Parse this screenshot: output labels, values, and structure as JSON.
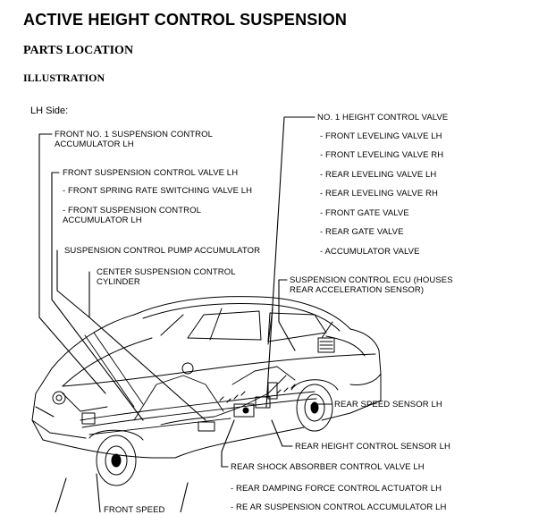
{
  "document": {
    "title": "ACTIVE HEIGHT CONTROL SUSPENSION",
    "section": "PARTS LOCATION",
    "subsection": "ILLUSTRATION",
    "side_label": "LH Side:"
  },
  "labels": {
    "front_no1_accumulator": [
      "FRONT NO. 1 SUSPENSION CONTROL",
      "ACCUMULATOR LH"
    ],
    "front_valve_lh": "FRONT SUSPENSION CONTROL VALVE LH",
    "front_spring_rate": "- FRONT SPRING RATE SWITCHING VALVE LH",
    "front_accumulator_lh": [
      "- FRONT SUSPENSION CONTROL",
      "ACCUMULATOR LH"
    ],
    "pump_accumulator": "SUSPENSION CONTROL PUMP ACCUMULATOR",
    "center_cylinder": [
      "CENTER SUSPENSION CONTROL",
      "CYLINDER"
    ],
    "no1_height_valve": "NO. 1 HEIGHT CONTROL VALVE",
    "front_leveling_lh": "- FRONT LEVELING VALVE LH",
    "front_leveling_rh": "- FRONT LEVELING VALVE RH",
    "rear_leveling_lh": "- REAR LEVELING VALVE LH",
    "rear_leveling_rh": "- REAR LEVELING VALVE RH",
    "front_gate": "- FRONT GATE VALVE",
    "rear_gate": "- REAR GATE VALVE",
    "accumulator_valve": "- ACCUMULATOR VALVE",
    "ecu": [
      "SUSPENSION CONTROL ECU (HOUSES",
      "REAR ACCELERATION SENSOR)"
    ],
    "rear_speed": "REAR SPEED SENSOR LH",
    "rear_height": "REAR HEIGHT CONTROL SENSOR LH",
    "rear_shock_valve": "REAR SHOCK ABSORBER CONTROL VALVE LH",
    "rear_damping": "- REAR DAMPING FORCE CONTROL ACTUATOR LH",
    "rear_accumulator": "- RE AR SUSPENSION CONTROL ACCUMULATOR LH",
    "front_speed": "FRONT SPEED"
  }
}
